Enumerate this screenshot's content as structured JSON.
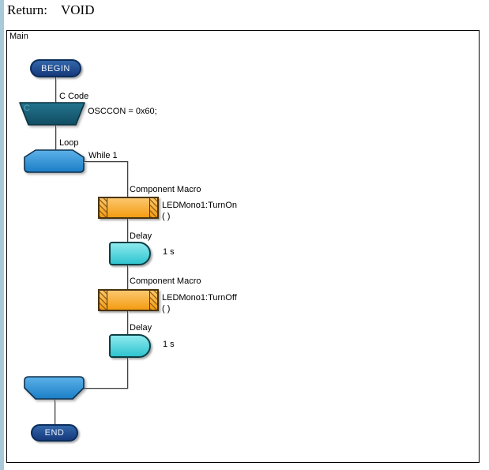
{
  "header": {
    "return_label": "Return:",
    "return_value": "VOID"
  },
  "panel": {
    "title": "Main"
  },
  "nodes": {
    "begin": {
      "label": "BEGIN"
    },
    "ccode": {
      "type_label": "C Code",
      "badge": "C",
      "code": "OSCCON = 0x60;"
    },
    "loop": {
      "type_label": "Loop",
      "condition": "While 1"
    },
    "macro1": {
      "type_label": "Component Macro",
      "name": "LEDMono1:TurnOn",
      "args": "( )"
    },
    "delay1": {
      "type_label": "Delay",
      "value": "1 s"
    },
    "macro2": {
      "type_label": "Component Macro",
      "name": "LEDMono1:TurnOff",
      "args": "( )"
    },
    "delay2": {
      "type_label": "Delay",
      "value": "1 s"
    },
    "end": {
      "label": "END"
    }
  },
  "colors": {
    "left_strip": "#aac9d8",
    "pill_fill": "#163a7c",
    "ccode_fill": "#19617c",
    "loop_fill": "#2e8fd6",
    "macro_fill": "#f8a62e",
    "delay_fill": "#4fd5de"
  }
}
